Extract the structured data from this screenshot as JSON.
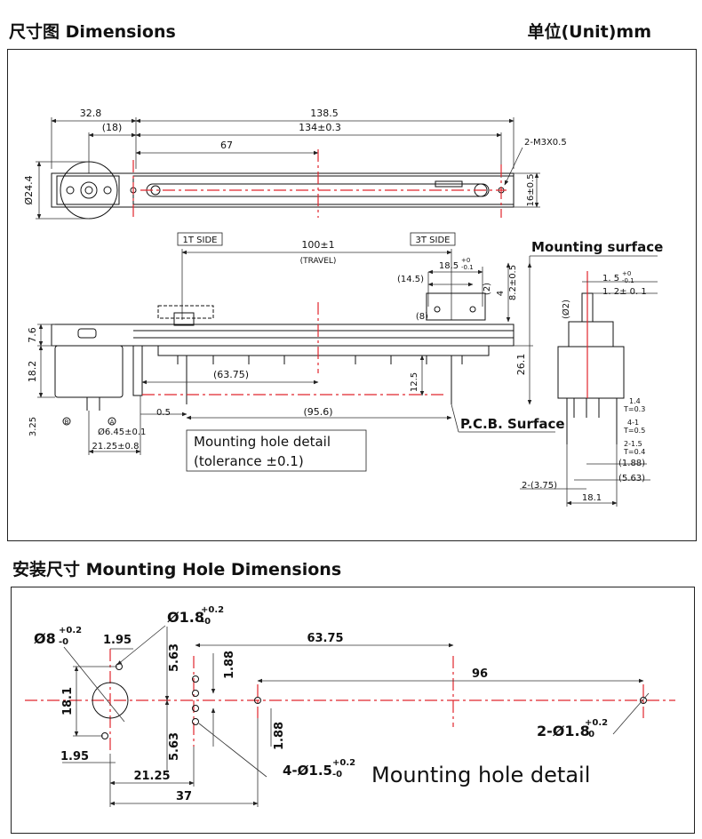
{
  "titles": {
    "dimensions": "尺寸图  Dimensions",
    "unit": "单位(Unit)mm",
    "mounting_hole_dimensions": "安装尺寸  Mounting Hole Dimensions"
  },
  "top_view": {
    "dim_32_8": "32.8",
    "dim_138_5": "138.5",
    "dim_18": "(18)",
    "dim_134": "134±0.3",
    "dim_67": "67",
    "screw": "2-M3X0.5",
    "dia_24_4": "Ø24.4",
    "dim_16": "16±0.5"
  },
  "front_view": {
    "side_1t": "1T SIDE",
    "side_3t": "3T SIDE",
    "travel_value": "100±1",
    "travel_label": "(TRAVEL)",
    "dim_18_5": "18.5",
    "dim_18_5_tol_upper": "+0",
    "dim_18_5_tol_lower": "-0.1",
    "dim_14_5": "(14.5)",
    "dim_2": "(2)",
    "dim_4": "4",
    "dim_8_2": "8.2±0.5",
    "dim_8": "(8)",
    "dim_7_6": "7.6",
    "dim_18_2": "18.2",
    "dim_63_75": "(63.75)",
    "dim_12_5": "12.5",
    "dim_26_1": "26.1",
    "dim_3_25": "3.25",
    "dim_0_5": "0.5",
    "dim_95_6": "(95.6)",
    "dia_6_45": "Ø6.45±0.1",
    "dim_21_25": "21.25±0.8",
    "pin_b": "B",
    "pin_a": "A",
    "mounting_surface": "Mounting  surface",
    "pcb_surface": "P.C.B. Surface",
    "note_line1": "Mounting hole detail",
    "note_line2": "(tolerance ±0.1)"
  },
  "side_view": {
    "dim_1_5": "1. 5",
    "dim_1_5_tol_upper": "+0",
    "dim_1_5_tol_lower": "-0.1",
    "dim_1_2": "1. 2± 0. 1",
    "dia_2": "(Ø2)",
    "dim_1_4": "1.4",
    "dim_t0_3": "T=0.3",
    "dim_4_1": "4-1",
    "dim_t0_5": "T=0.5",
    "dim_2_1_5": "2-1.5",
    "dim_t0_4": "T=0.4",
    "dim_1_88": "(1.88)",
    "dim_2_3_75": "2-(3.75)",
    "dim_5_63": "(5.63)",
    "dim_18_1": "18.1"
  },
  "hole_detail": {
    "dia_8": "Ø8",
    "dia_8_tol_upper": "+0.2",
    "dia_8_tol_lower": "-0",
    "dia_1_8": "Ø1.8",
    "dia_1_8_tol_upper": "+0.2",
    "dia_1_8_tol_lower": "-0",
    "dim_1_95_top": "1.95",
    "dim_1_95_bottom": "1.95",
    "dim_18_1": "18.1",
    "dim_5_63_top": "5.63",
    "dim_5_63_bottom": "5.63",
    "dim_1_88_top": "1.88",
    "dim_1_88_bottom": "1.88",
    "dim_63_75": "63.75",
    "dim_96": "96",
    "dim_21_25": "21.25",
    "dim_37": "37",
    "holes_4": "4-Ø1.5",
    "holes_4_tol_upper": "+0.2",
    "holes_4_tol_lower": "-0",
    "holes_2": "2-Ø1.8",
    "holes_2_tol_upper": "+0.2",
    "holes_2_tol_lower": "-0",
    "caption": "Mounting  hole  detail"
  },
  "colors": {
    "centerline": "#e1262d",
    "line": "#111111",
    "background": "#ffffff"
  }
}
